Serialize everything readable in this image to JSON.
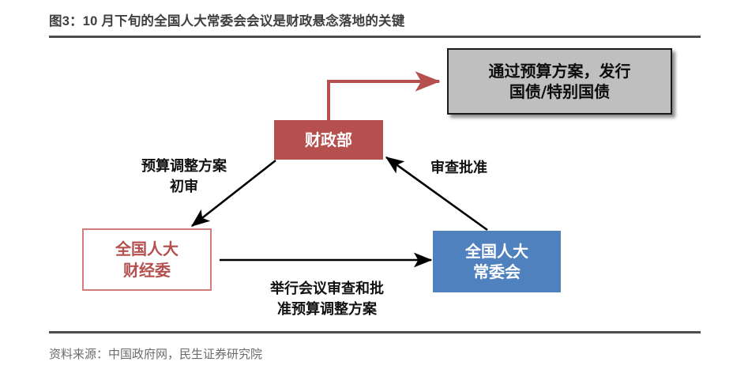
{
  "figure": {
    "title": "图3：10 月下旬的全国人大常委会会议是财政悬念落地的关键",
    "source_note": "资料来源：中国政府网，民生证券研究院"
  },
  "colors": {
    "red_fill": "#b5504e",
    "red_border": "#cf7e7c",
    "blue_fill": "#4e81bd",
    "gray_fill": "#bfbfbf",
    "gray_border": "#1a1a1a",
    "rule": "#4d4d4d",
    "title_text": "#3f3f3f",
    "source_text": "#6b6b6b",
    "arrow_black": "#000000",
    "arrow_red": "#b5504e"
  },
  "diagram": {
    "type": "flowchart",
    "nodes": [
      {
        "id": "gray-outcome",
        "label": "通过预算方案，发行\n国债/特别国债",
        "style": "gray-shadow-box"
      },
      {
        "id": "mof",
        "label": "财政部",
        "style": "red-filled-box"
      },
      {
        "id": "npc-finance-committee",
        "label": "全国人大\n财经委",
        "style": "white-box-red-outline"
      },
      {
        "id": "npc-standing-committee",
        "label": "全国人大\n常委会",
        "style": "blue-filled-box"
      }
    ],
    "edges": [
      {
        "id": "mof-to-outcome",
        "from": "mof",
        "to": "gray-outcome",
        "label": "",
        "color": "#b5504e",
        "shape": "elbow"
      },
      {
        "id": "mof-to-finance-committee",
        "from": "mof",
        "to": "npc-finance-committee",
        "label": "预算调整方案\n初审",
        "color": "#000000",
        "shape": "diagonal"
      },
      {
        "id": "standing-committee-to-mof",
        "from": "npc-standing-committee",
        "to": "mof",
        "label": "审查批准",
        "color": "#000000",
        "shape": "diagonal"
      },
      {
        "id": "finance-committee-to-standing-committee",
        "from": "npc-finance-committee",
        "to": "npc-standing-committee",
        "label": "举行会议审查和批\n准预算调整方案",
        "color": "#000000",
        "shape": "straight"
      }
    ]
  }
}
